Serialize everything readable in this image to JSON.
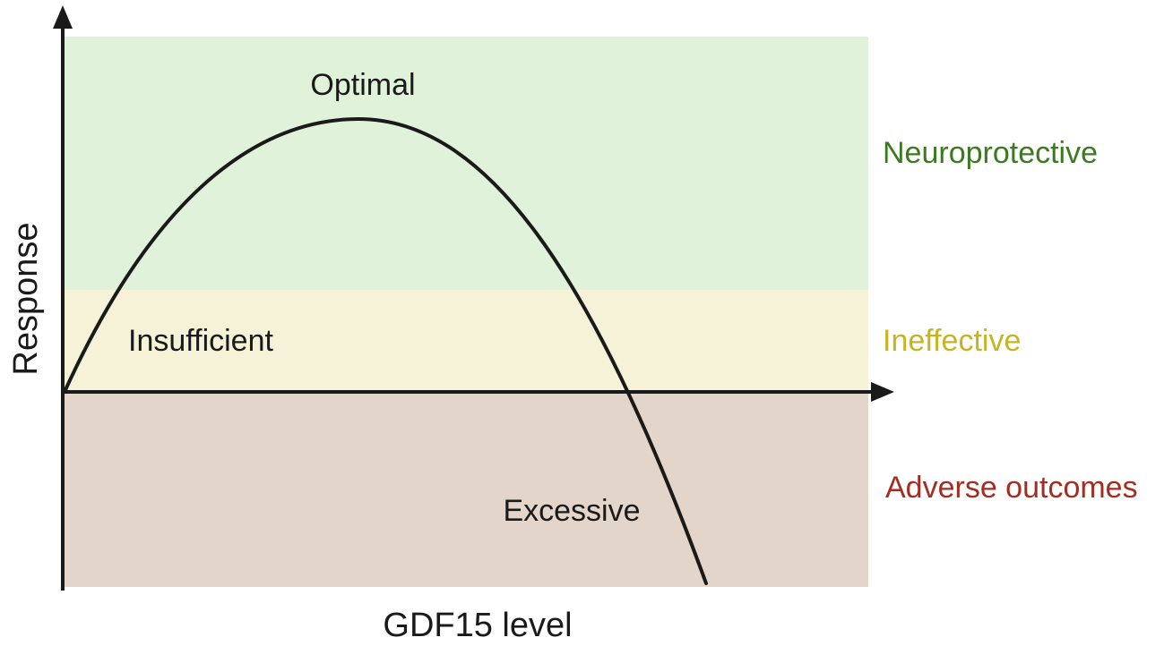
{
  "axes": {
    "x_label": "GDF15 level",
    "y_label": "Response"
  },
  "zones": [
    {
      "key": "neuroprotective",
      "label": "Neuroprotective",
      "fill": "#e0f2da",
      "text_color": "#3c7a22"
    },
    {
      "key": "ineffective",
      "label": "Ineffective",
      "fill": "#f5f2d8",
      "text_color": "#c6b424"
    },
    {
      "key": "adverse",
      "label": "Adverse outcomes",
      "fill": "#e3d5ca",
      "text_color": "#a42d22"
    }
  ],
  "curve_labels": {
    "optimal": "Optimal",
    "insufficient": "Insufficient",
    "excessive": "Excessive"
  },
  "colors": {
    "axis": "#1a1a1a",
    "curve": "#1a1a1a"
  }
}
